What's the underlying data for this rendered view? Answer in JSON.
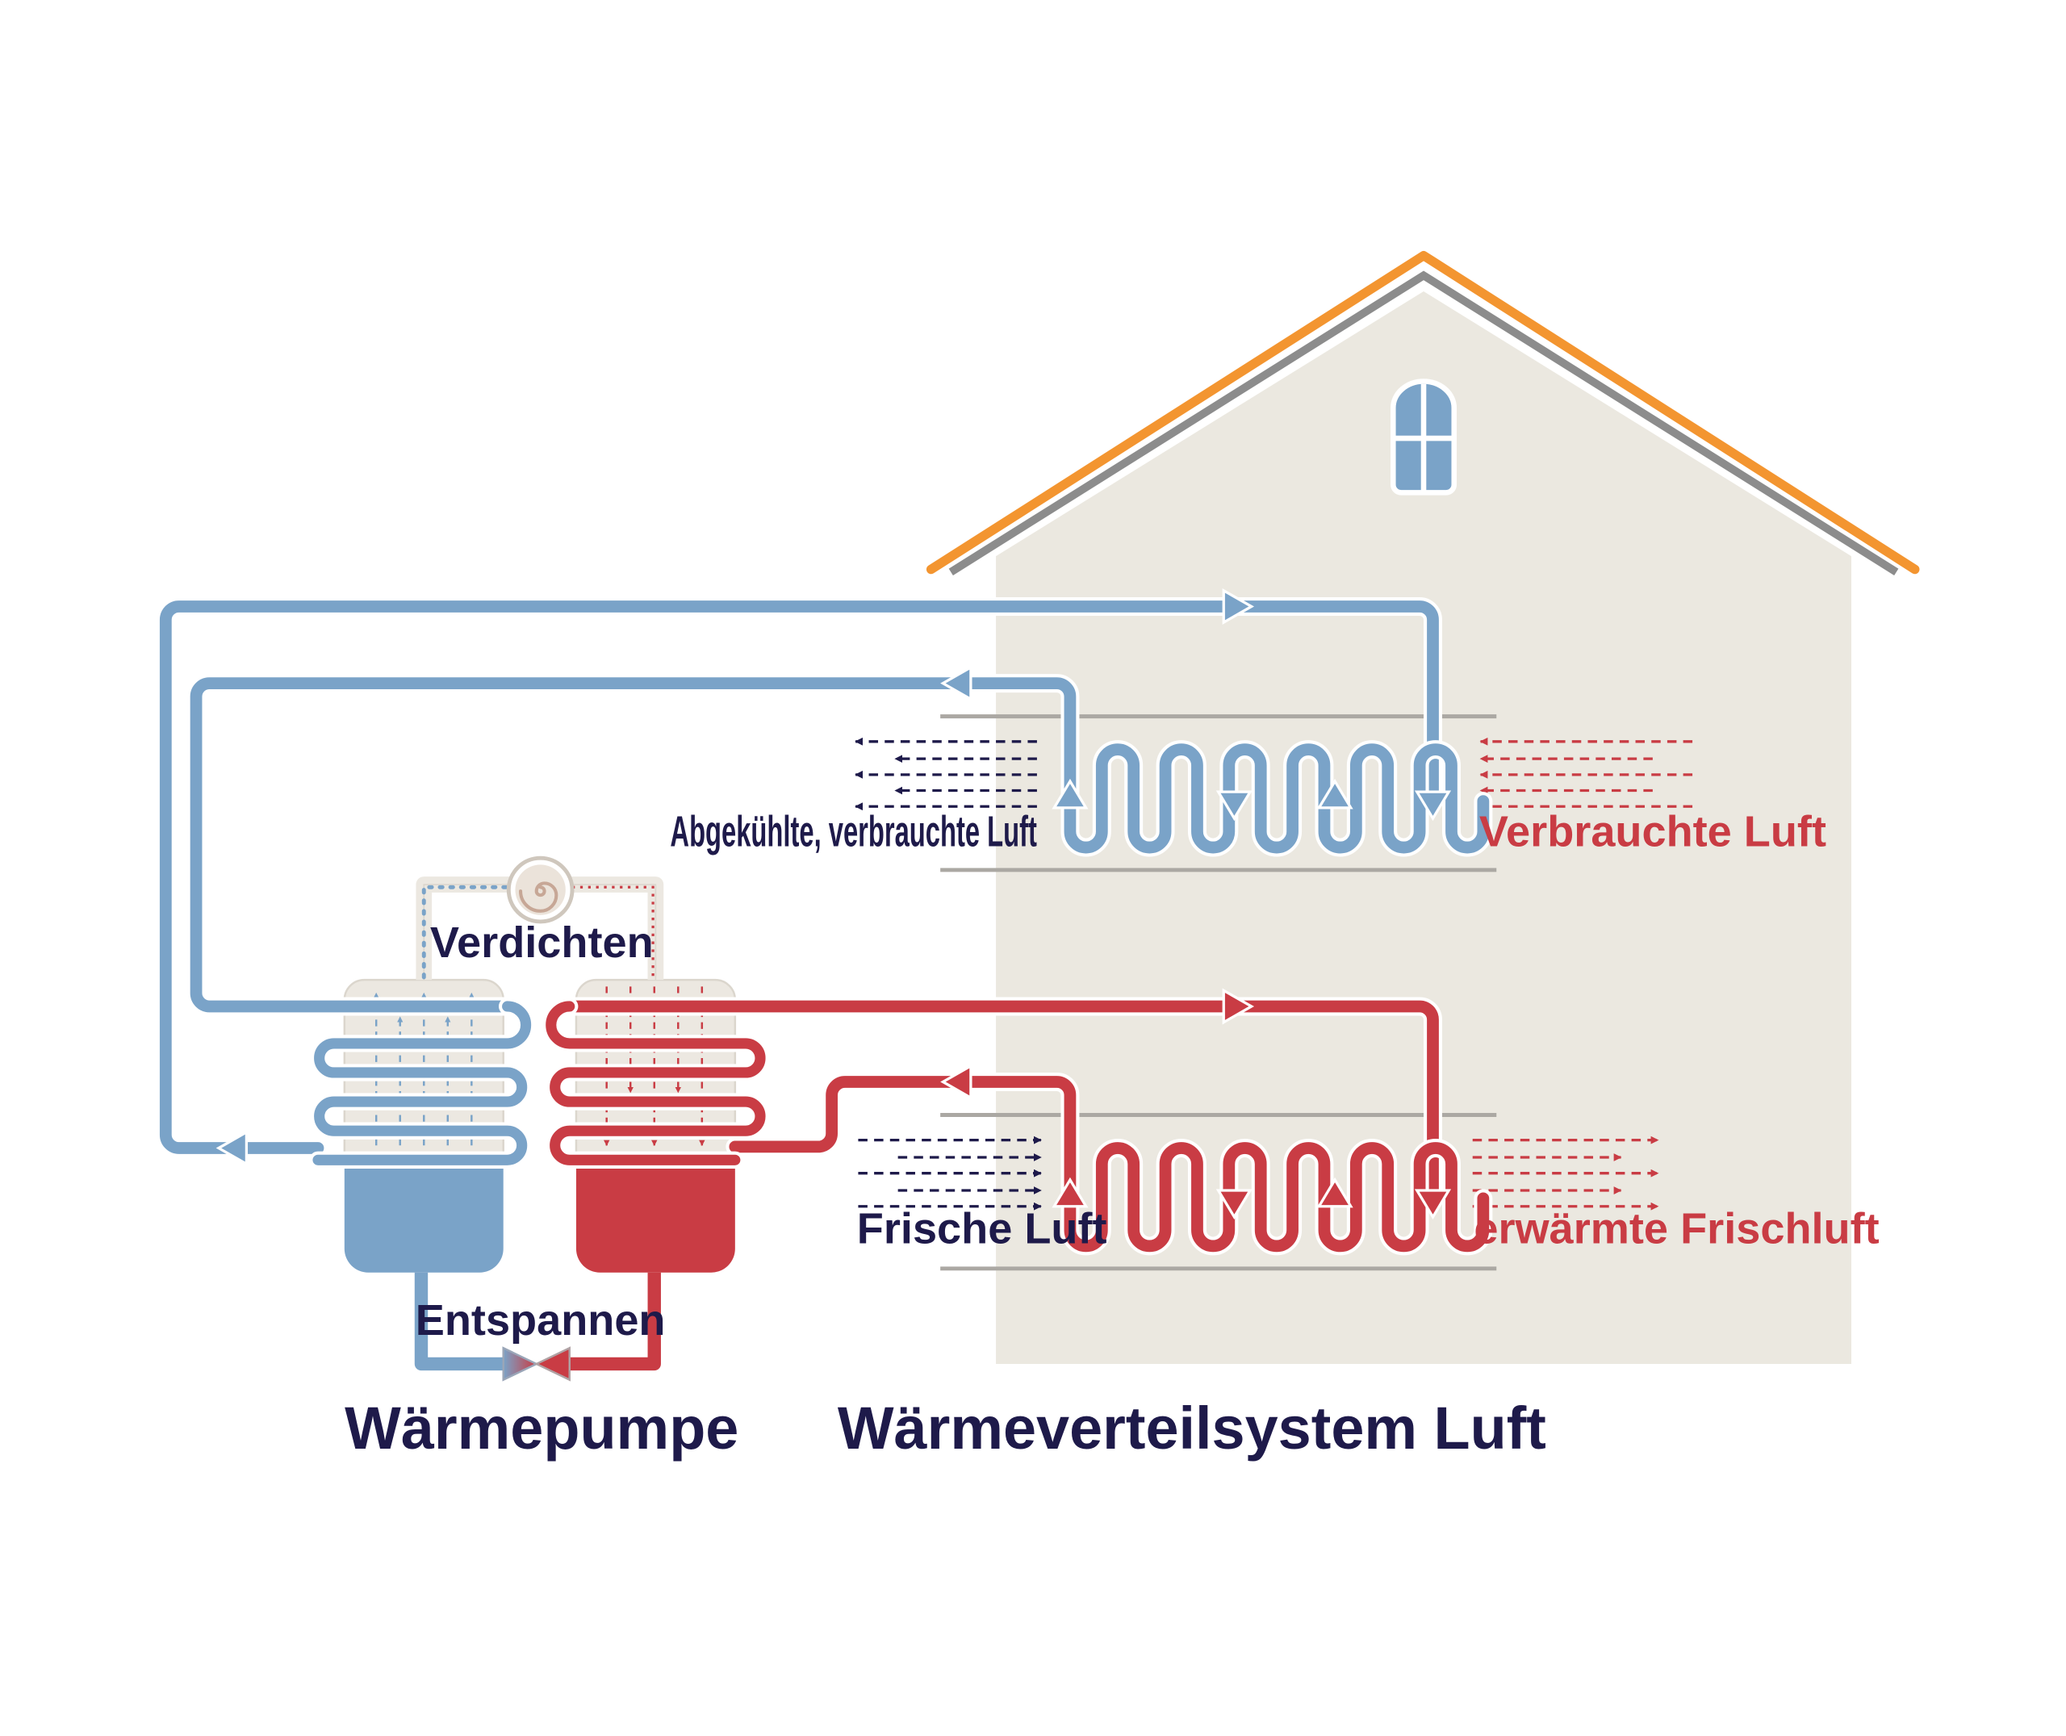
{
  "labels": {
    "compress": "Verdichten",
    "expand": "Entspannen",
    "cooled_air": "Abgekühlte, verbrauchte Luft",
    "used_air": "Verbrauchte Luft",
    "fresh_air": "Frische Luft",
    "warmed_air": "erwärmte Frischluft",
    "heat_pump_title": "Wärmepumpe",
    "distribution_title": "Wärmeverteilsystem Luft"
  },
  "colors": {
    "cold": "#7aa3c8",
    "hot": "#c93c44",
    "text_dark": "#1e1a4a",
    "house": "#ebe8e0",
    "roof": "#f39530",
    "tank_top": "#ece8e1"
  }
}
